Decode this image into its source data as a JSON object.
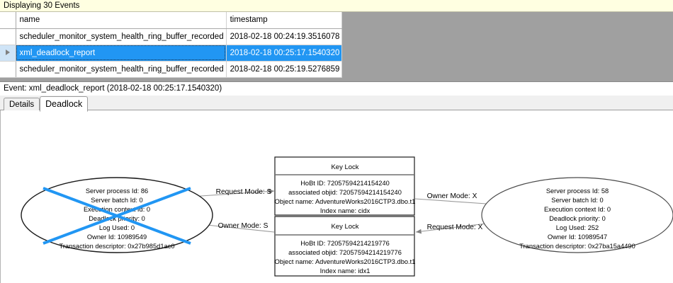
{
  "banner": {
    "text": "Displaying 30 Events"
  },
  "grid": {
    "columns": [
      "",
      "name",
      "timestamp"
    ],
    "rows": [
      {
        "selector": "",
        "name": "scheduler_monitor_system_health_ring_buffer_recorded",
        "timestamp": "2018-02-18 00:24:19.3516078",
        "selected": false
      },
      {
        "selector": "row-selector-arrow",
        "name": "xml_deadlock_report",
        "timestamp": "2018-02-18 00:25:17.1540320",
        "selected": true
      },
      {
        "selector": "",
        "name": "scheduler_monitor_system_health_ring_buffer_recorded",
        "timestamp": "2018-02-18 00:25:19.5276859",
        "selected": false
      }
    ]
  },
  "event_header": {
    "text": "Event: xml_deadlock_report (2018-02-18 00:25:17.1540320)"
  },
  "tabs": [
    {
      "label": "Details",
      "active": false
    },
    {
      "label": "Deadlock",
      "active": true
    }
  ],
  "deadlock_graph": {
    "victim_marker_color": "#2196f3",
    "outline_color": "#1a1a1a",
    "edge_color": "#808080",
    "processes": [
      {
        "id": "left-process",
        "victim": true,
        "lines": [
          "Server process Id: 86",
          "Server batch Id: 0",
          "Execution context Id: 0",
          "Deadlock priority: 0",
          "Log Used: 0",
          "Owner Id: 10989549",
          "Transaction descriptor: 0x27b985d1ac0"
        ]
      },
      {
        "id": "right-process",
        "victim": false,
        "lines": [
          "Server process Id: 58",
          "Server batch Id: 0",
          "Execution context Id: 0",
          "Deadlock priority: 0",
          "Log Used: 252",
          "Owner Id: 10989547",
          "Transaction descriptor: 0x27ba15a4490"
        ]
      }
    ],
    "resources": [
      {
        "id": "top-key-lock",
        "title": "Key Lock",
        "lines": [
          "HoBt ID: 72057594214154240",
          "associated objid: 72057594214154240",
          "Object name: AdventureWorks2016CTP3.dbo.t1",
          "Index name: cidx"
        ]
      },
      {
        "id": "bottom-key-lock",
        "title": "Key Lock",
        "lines": [
          "HoBt ID: 72057594214219776",
          "associated objid: 72057594214219776",
          "Object name: AdventureWorks2016CTP3.dbo.t1",
          "Index name: idx1"
        ]
      }
    ],
    "edges": [
      {
        "id": "edge-left-request-top",
        "label": "Request Mode: S"
      },
      {
        "id": "edge-top-owner-right",
        "label": "Owner Mode: X"
      },
      {
        "id": "edge-bottom-owner-left",
        "label": "Owner Mode: S"
      },
      {
        "id": "edge-right-request-bottom",
        "label": "Request Mode: X"
      }
    ]
  }
}
